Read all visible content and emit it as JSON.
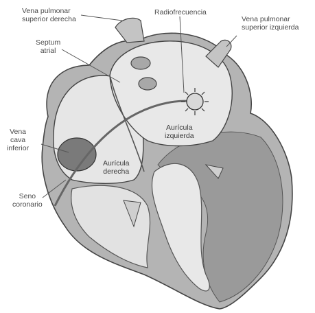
{
  "figure": {
    "labels": {
      "vena_pulmonar_superior_derecha": "Vena pulmonar\nsuperior derecha",
      "radiofrecuencia": "Radiofrecuencia",
      "vena_pulmonar_superior_izquierda": "Vena pulmonar\nsuperior izquierda",
      "septum_atrial": "Septum\natrial",
      "auricula_izquierda": "Aurícula\nizquierda",
      "vena_cava_inferior": "Vena\ncava\ninferior",
      "auricula_derecha": "Aurícula\nderecha",
      "seno_coronario": "Seno\ncoronario"
    },
    "colors": {
      "line": "#444444",
      "muscle": "#9a9a9a",
      "chamber": "#e4e4e4",
      "label_text": "#4a4a4a"
    }
  }
}
